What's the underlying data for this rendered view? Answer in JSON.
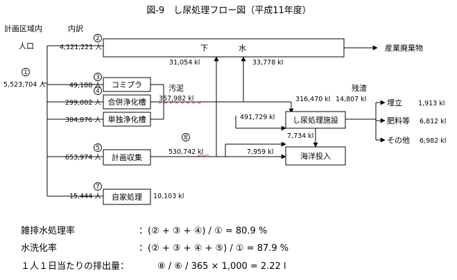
{
  "title": "図-9　し尿処理フロー図（平成11年度）",
  "header": {
    "area": "計画区域内",
    "breakdown": "内訳",
    "population": "人口"
  },
  "total": {
    "marker": "1",
    "value": "5,523,704 人"
  },
  "rows": {
    "sewer": {
      "marker": "2",
      "value": "4,121,221 人",
      "label": "下　　　　水"
    },
    "komipura": {
      "marker": "3",
      "value": "49,188 人",
      "label": "コミプラ"
    },
    "gappei": {
      "marker": "4",
      "value": "299,002 人",
      "label": "合併浄化槽"
    },
    "tandoku": {
      "value": "384,876 人",
      "label": "単独浄化槽"
    },
    "keikaku": {
      "marker": "5",
      "value": "653,974 人",
      "label": "計画収集"
    },
    "jika": {
      "marker": "7",
      "value": "15,444 人",
      "label": "自家処理",
      "amount": "10,103 kl"
    }
  },
  "facilities": {
    "shinyo": "し尿処理施設",
    "kaiyo": "海洋投入",
    "industrial": "産業廃棄物"
  },
  "flows": {
    "sludge_label": "汚泥",
    "sludge": "357,982 kl",
    "sewer_in1": "31,054 kl",
    "sewer_in2": "33,778 kl",
    "to_facility_total": "316,470 kl",
    "to_facility": "491,729 kl",
    "facility_to_sea": "7,734 kl",
    "collected_marker": "8",
    "collected": "530,742 kl",
    "to_sea": "7,959 kl"
  },
  "residue": {
    "label": "残渣",
    "total": "14,807 kl",
    "items": [
      {
        "label": "埋立",
        "value": "1,913 kl"
      },
      {
        "label": "肥料等",
        "value": "6,812 kl"
      },
      {
        "label": "その他",
        "value": "6,982 kl"
      }
    ]
  },
  "formulas": [
    {
      "label": "雑排水処理率",
      "expr": "：(② + ③ + ④) / ① = 80.9 %"
    },
    {
      "label": "水洗化率",
      "expr": "：(② + ③ + ④ + ⑤) / ① = 87.9 %"
    },
    {
      "label": "１人１日当たりの排出量：",
      "expr": "⑧ / ⑥ / 365 × 1,000 = 2.22 l"
    }
  ],
  "colors": {
    "wavy_underline": "#d02020"
  }
}
